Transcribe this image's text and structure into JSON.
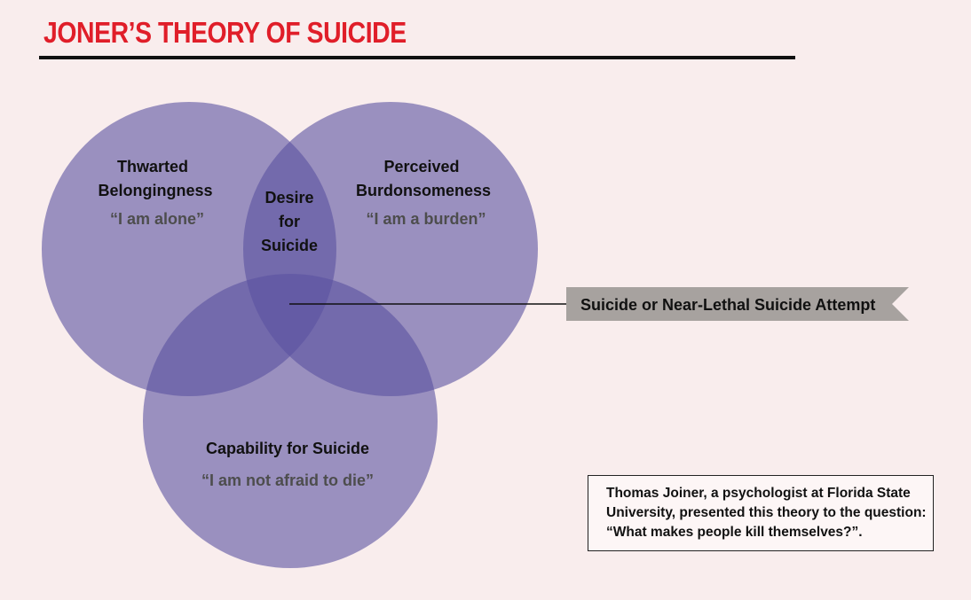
{
  "title": "JONER’S THEORY OF SUICIDE",
  "colors": {
    "title": "#e01e29",
    "circle": "#5a52a0",
    "callout_bg": "#a7a29f",
    "quote_text": "#4d4d4d"
  },
  "circles": {
    "belongingness": {
      "label_line1": "Thwarted",
      "label_line2": "Belongingness",
      "quote": "“I am alone”"
    },
    "burdensomeness": {
      "label_line1": "Perceived",
      "label_line2": "Burdonsomeness",
      "quote": "“I am a burden”"
    },
    "capability": {
      "label": "Capability for Suicide",
      "quote": "“I am not afraid to die”"
    }
  },
  "intersection": {
    "line1": "Desire",
    "line2": "for",
    "line3": "Suicide"
  },
  "callout": "Suicide or Near-Lethal Suicide Attempt",
  "note": {
    "line1": "Thomas Joiner, a psychologist at Florida State",
    "line2": "University, presented this theory to the question:",
    "line3": "“What makes people kill themselves?”."
  }
}
